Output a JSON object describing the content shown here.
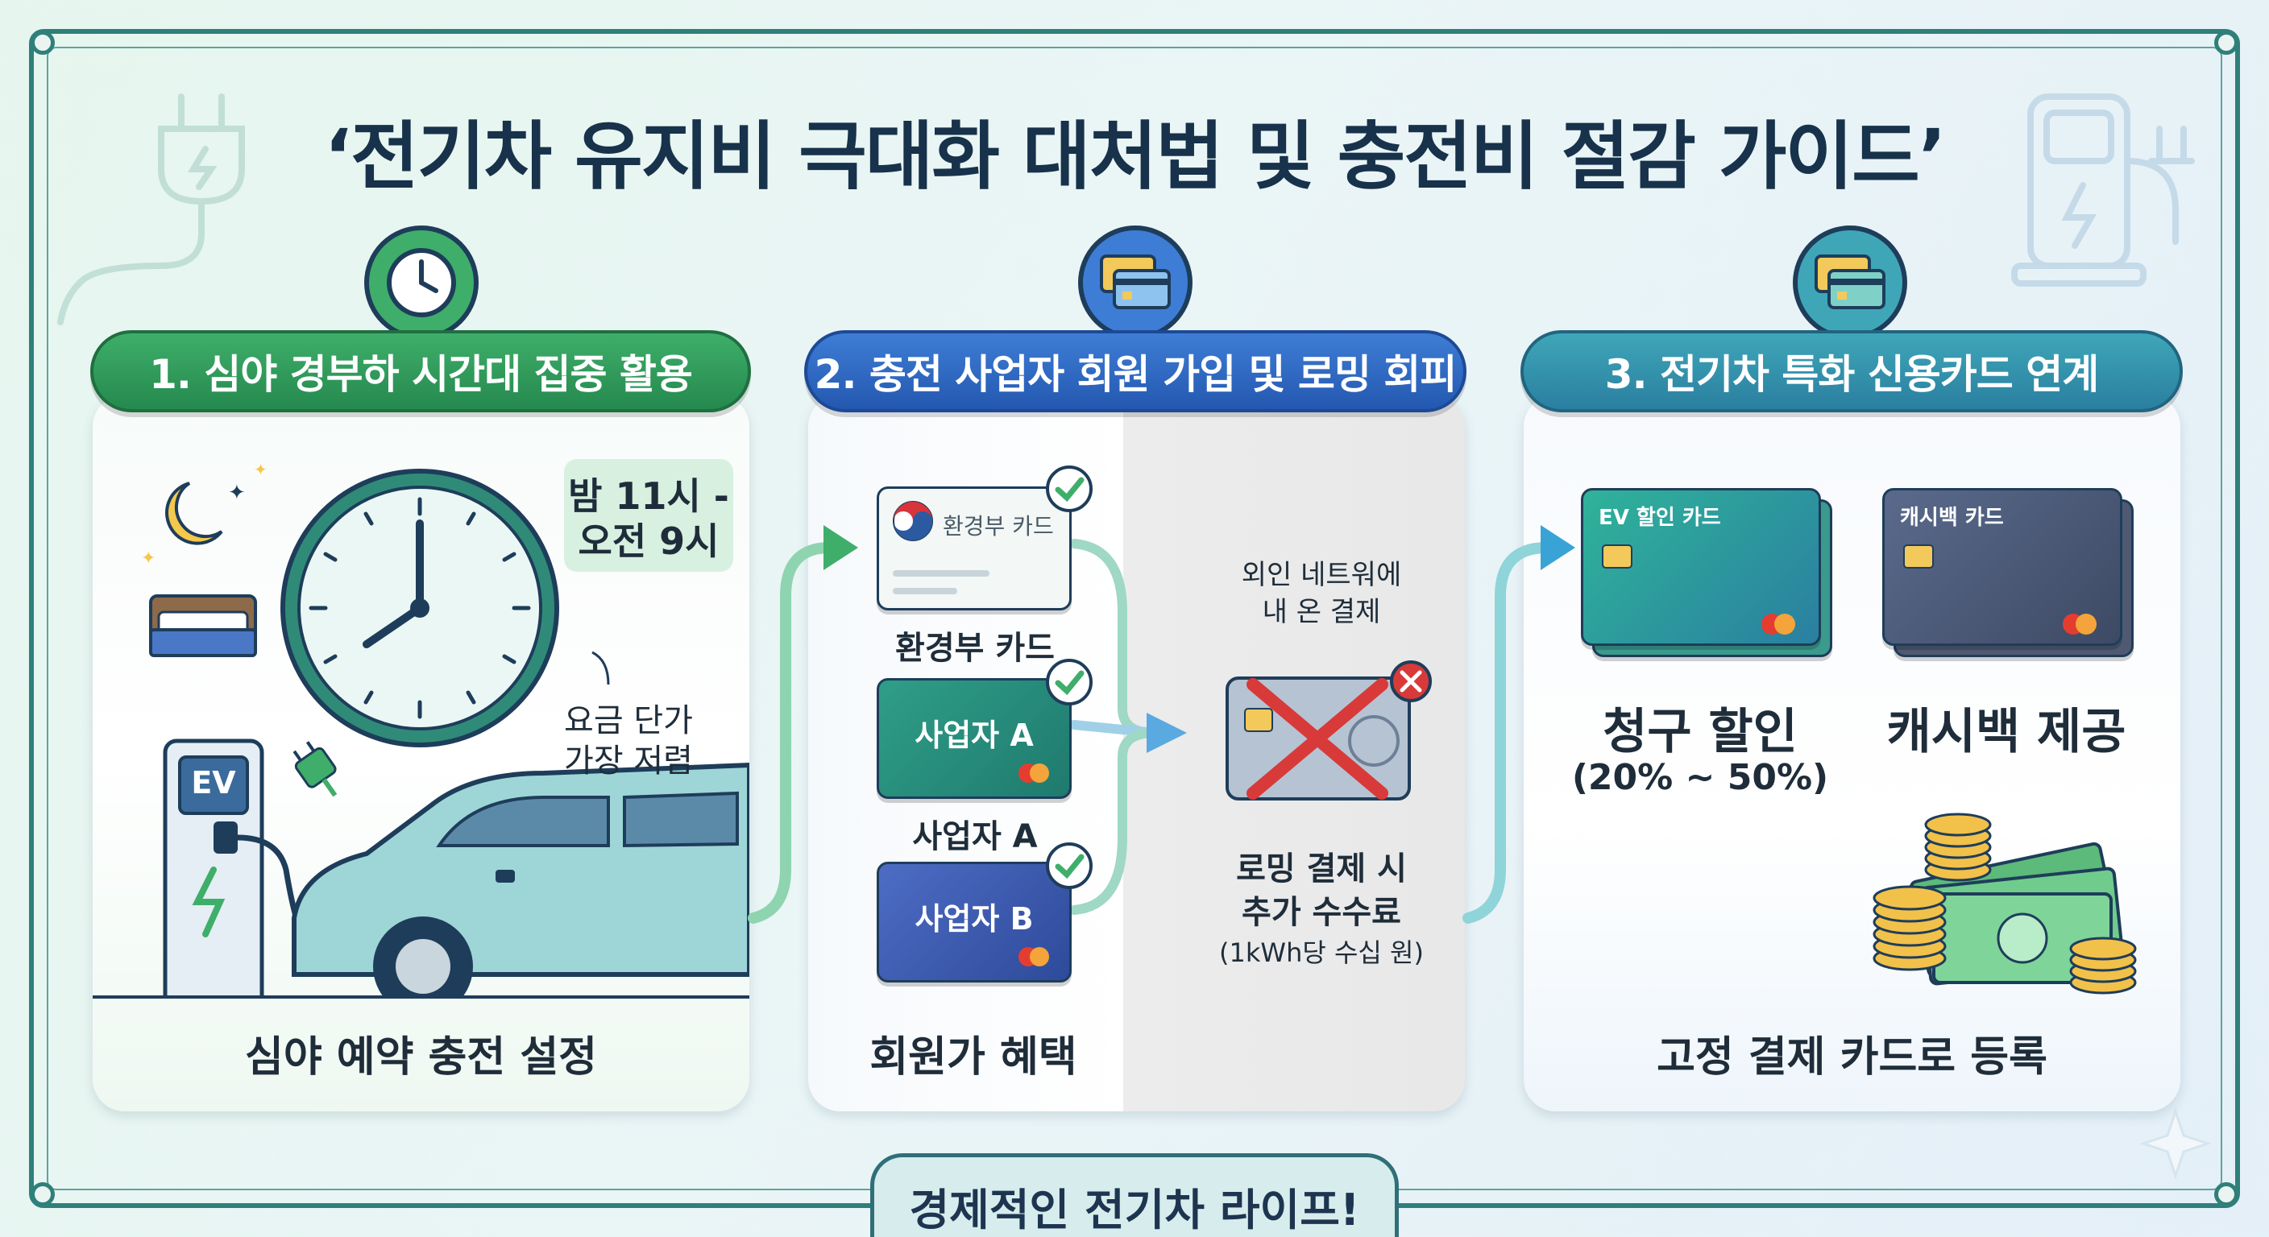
{
  "title": "‘전기차 유지비 극대화 대처법 및 충전비 절감 가이드’",
  "steps": [
    {
      "heading": "1. 심야 경부하 시간대 집중 활용",
      "time_line1": "밤 11시 -",
      "time_line2": "오전 9시",
      "rate_line1": "요금 단가",
      "rate_line2": "가장 저렴",
      "ev_label": "EV",
      "caption": "심야 예약 충전 설정"
    },
    {
      "heading": "2. 충전 사업자 회원 가입 및 로밍 회피",
      "card_moe_text": "환경부 카드",
      "card_moe_label": "환경부 카드",
      "card_a_text": "사업자 A",
      "card_a_label": "사업자 A",
      "card_b_text": "사업자 B",
      "roaming_top_line1": "외인 네트워에",
      "roaming_top_line2": "내 온 결제",
      "roaming_line1": "로밍 결제 시",
      "roaming_line2": "추가 수수료",
      "roaming_line3": "(1kWh당 수십 원)",
      "caption": "회원가 혜택"
    },
    {
      "heading": "3. 전기차 특화 신용카드 연계",
      "card1_text": "EV 할인 카드",
      "card2_text": "캐시백 카드",
      "benefit1_line1": "청구 할인",
      "benefit1_line2": "(20% ~ 50%)",
      "benefit2": "캐시백 제공",
      "caption": "고정 결제 카드로 등록"
    }
  ],
  "footer": "경제적인 전기차 라이프!",
  "colors": {
    "step1": "#2f9a5c",
    "step2": "#3168c3",
    "step3": "#3393ad",
    "frame": "#2f7f7a"
  },
  "icons": [
    "clock-icon",
    "card-icon",
    "card-icon",
    "moon-icon",
    "bed-icon",
    "plug-icon",
    "check-icon",
    "close-icon",
    "money-icon",
    "charger-icon"
  ]
}
